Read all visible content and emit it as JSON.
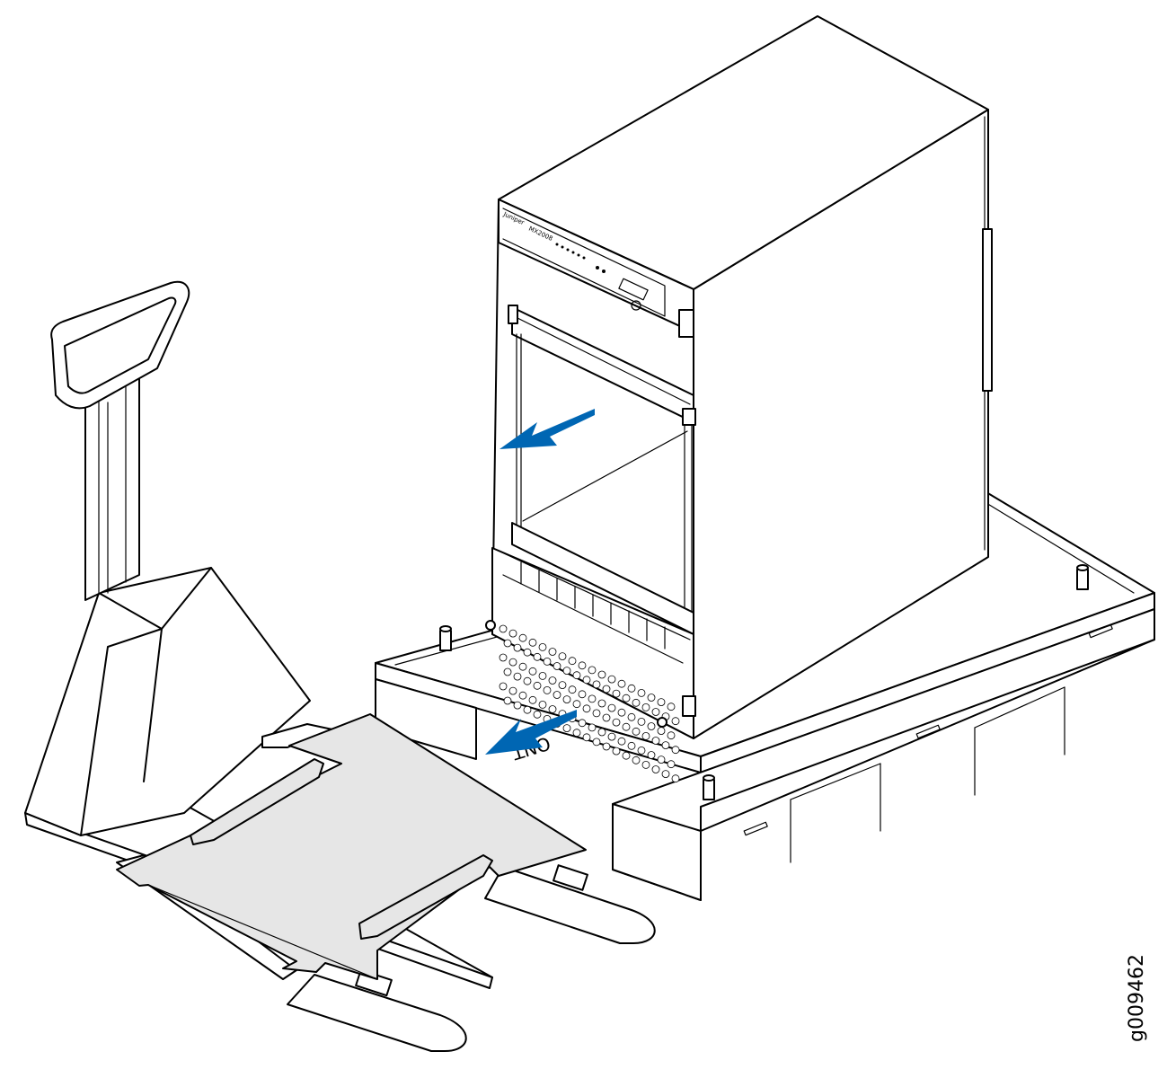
{
  "figure": {
    "id_label": "g009462",
    "pallet_front_label": "ONT",
    "chassis_brand": "Juniper",
    "chassis_model": "MX2008"
  },
  "colors": {
    "line": "#000000",
    "arrow": "#0066b3",
    "platform_fill": "#e6e6e6",
    "background": "#ffffff"
  },
  "icons": {
    "arrow_upper": "move-direction-arrow",
    "arrow_lower": "move-direction-arrow"
  }
}
